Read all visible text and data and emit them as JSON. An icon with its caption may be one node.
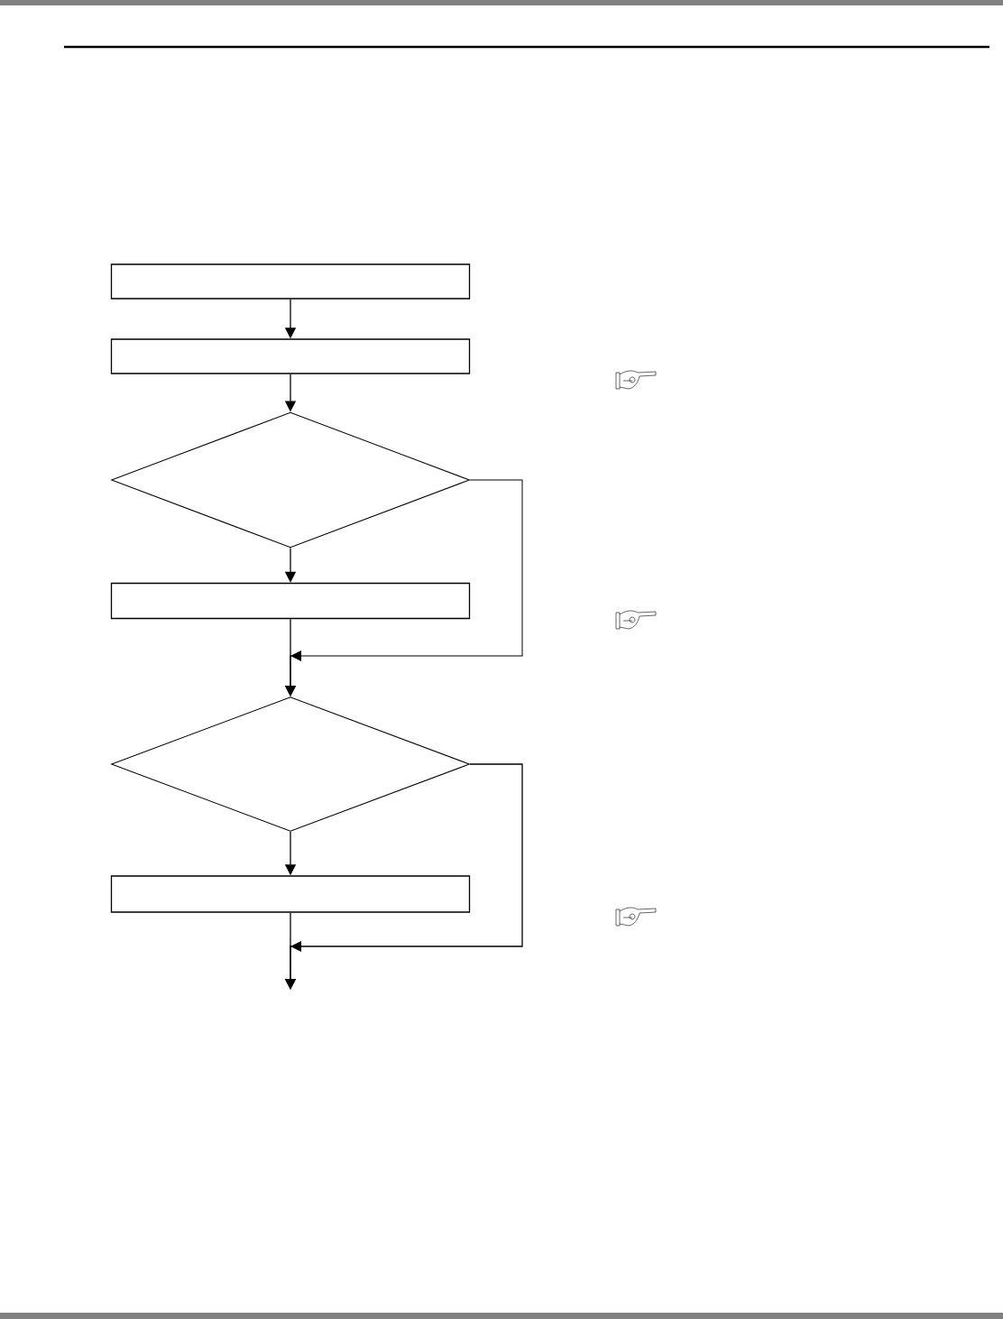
{
  "diagram": {
    "nodes": [
      {
        "text": [],
        "shape": "box"
      },
      {
        "text": [],
        "shape": "box"
      },
      {
        "text": [],
        "shape": "diamond"
      },
      {
        "text": [],
        "shape": "box"
      },
      {
        "text": [],
        "shape": "diamond"
      },
      {
        "text": [],
        "shape": "box"
      }
    ],
    "edges": [
      {
        "from": 0,
        "to": 1,
        "arrow": "to"
      },
      {
        "from": 1,
        "to": 2,
        "arrow": "to"
      },
      {
        "from": 2,
        "to": 3,
        "arrow": "to"
      },
      {
        "from": 3,
        "to": 4,
        "arrow": "to"
      },
      {
        "from": 2,
        "to": 4,
        "arrow": "to"
      },
      {
        "from": 4,
        "to": 5,
        "arrow": "to"
      },
      {
        "from": 5,
        "to": null,
        "arrow": "to"
      },
      {
        "from": 4,
        "to": null,
        "arrow": "to"
      }
    ]
  }
}
